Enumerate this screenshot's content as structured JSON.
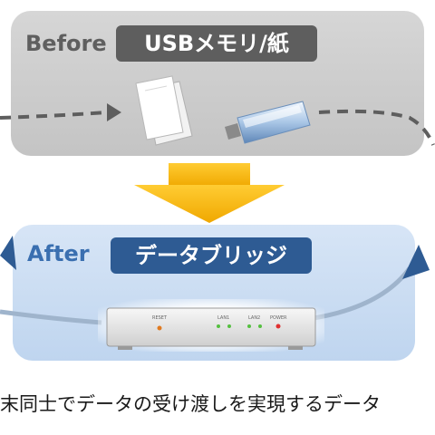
{
  "before": {
    "title": "Before",
    "badge": "USBメモリ/紙"
  },
  "after": {
    "title": "After",
    "badge": "データブリッジ"
  },
  "device": {
    "reset_label": "RESET",
    "lan1_label": "LAN1",
    "lan2_label": "LAN2",
    "power_label": "POWER"
  },
  "caption": "末同士でデータの受け渡しを実現するデータ",
  "colors": {
    "before_panel": "#c9c9c9",
    "after_panel": "#c9dcf2",
    "before_badge": "#5e5e5e",
    "after_badge": "#2e5b93",
    "transition_arrow": "#f4b400",
    "flow_arrow": "#2e5b93"
  },
  "icons": [
    "paper-stack-icon",
    "usb-stick-icon",
    "transition-arrow-icon",
    "router-device-icon"
  ]
}
